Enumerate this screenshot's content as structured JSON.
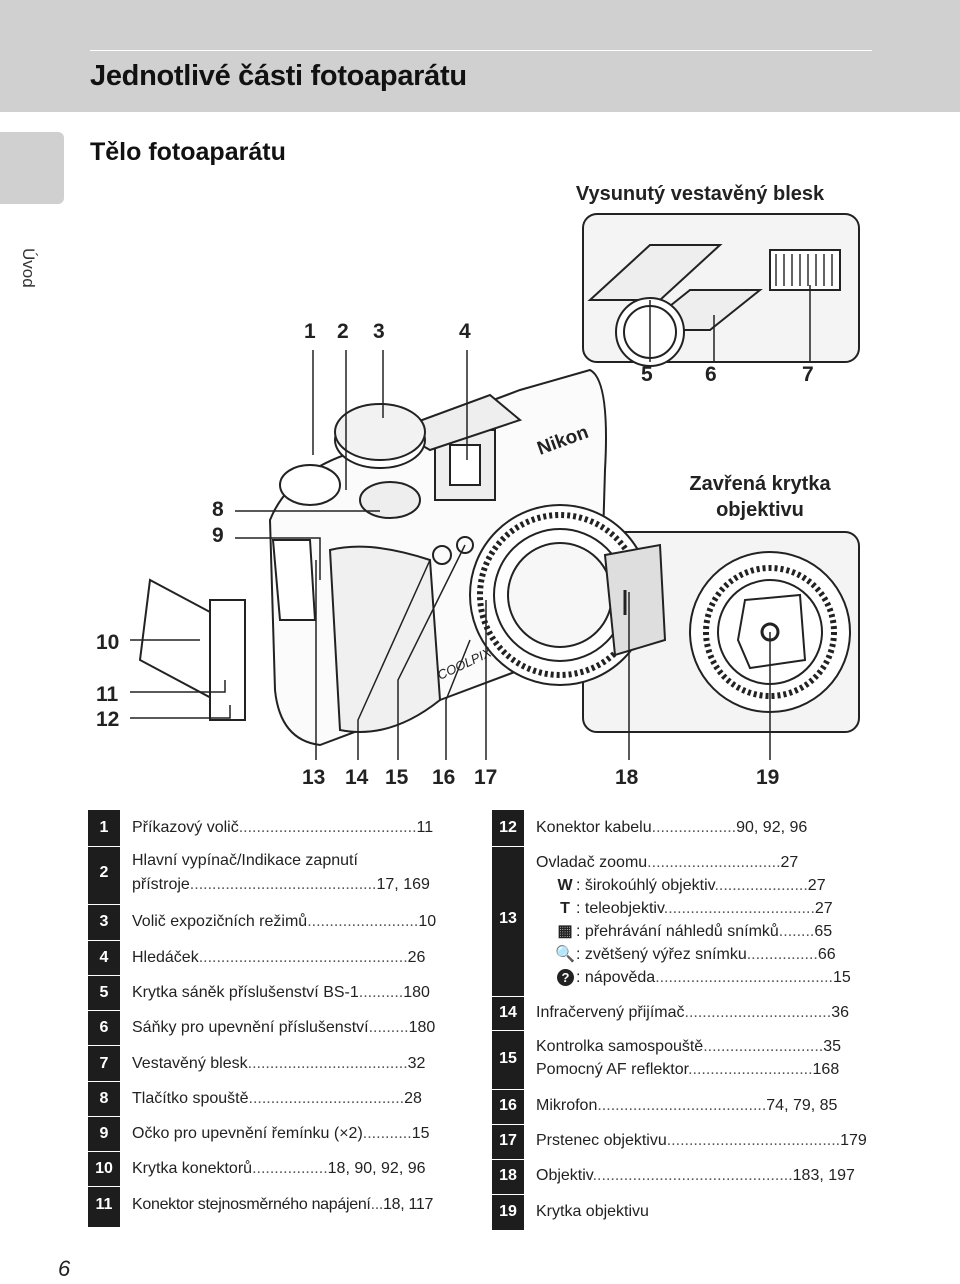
{
  "header": {
    "title": "Jednotlivé části fotoaparátu"
  },
  "side_tab": {
    "label": "Úvod"
  },
  "section": {
    "title": "Tělo fotoaparátu"
  },
  "captions": {
    "flash_popup": "Vysunutý vestavěný blesk",
    "lens_cover_closed_1": "Zavřená krytka",
    "lens_cover_closed_2": "objektivu"
  },
  "callouts": [
    "1",
    "2",
    "3",
    "4",
    "5",
    "6",
    "7",
    "8",
    "9",
    "10",
    "11",
    "12",
    "13",
    "14",
    "15",
    "16",
    "17",
    "18",
    "19"
  ],
  "camera_text": {
    "brand": "Nikon",
    "model": "COOLPIX"
  },
  "left_table": [
    {
      "num": "1",
      "label": "Příkazový volič",
      "dots": "........................................",
      "pages": "11"
    },
    {
      "num": "2",
      "label": "Hlavní vypínač/Indikace zapnutí",
      "label2": "přístroje",
      "dots": "..........................................",
      "pages": "17, 169"
    },
    {
      "num": "3",
      "label": "Volič expozičních režimů",
      "dots": ".........................",
      "pages": "10"
    },
    {
      "num": "4",
      "label": "Hledáček",
      "dots": "...............................................",
      "pages": "26"
    },
    {
      "num": "5",
      "label": "Krytka sáněk příslušenství BS-1",
      "dots": "..........",
      "pages": "180"
    },
    {
      "num": "6",
      "label": "Sáňky pro upevnění příslušenství",
      "dots": ".........",
      "pages": "180"
    },
    {
      "num": "7",
      "label": "Vestavěný blesk",
      "dots": "....................................",
      "pages": "32"
    },
    {
      "num": "8",
      "label": "Tlačítko spouště",
      "dots": "...................................",
      "pages": "28"
    },
    {
      "num": "9",
      "label": "Očko pro upevnění řemínku (×2)",
      "dots": "...........",
      "pages": "15"
    },
    {
      "num": "10",
      "label": "Krytka konektorů",
      "dots": ".................",
      "pages": "18, 90, 92, 96"
    },
    {
      "num": "11",
      "label": "Konektor stejnosměrného napájení",
      "dots": "...",
      "pages": "18, 117"
    }
  ],
  "right_table": [
    {
      "num": "12",
      "label": "Konektor kabelu",
      "dots": "...................",
      "pages": "90, 92, 96"
    },
    {
      "num": "13",
      "label": "Ovladač zoomu",
      "dots": "..............................",
      "pages": "27",
      "subs": [
        {
          "icon": "W",
          "label": ": širokoúhlý objektiv",
          "dots": ".....................",
          "pages": "27"
        },
        {
          "icon": "T",
          "label": ": teleobjektiv",
          "dots": "..................................",
          "pages": "27"
        },
        {
          "icon": "▦",
          "label": ": přehrávání náhledů snímků",
          "dots": "........",
          "pages": "65"
        },
        {
          "icon": "🔍",
          "label": ": zvětšený výřez snímku",
          "dots": "................",
          "pages": "66"
        },
        {
          "icon": "?",
          "label": ": nápověda",
          "dots": "........................................",
          "pages": "15"
        }
      ]
    },
    {
      "num": "14",
      "label": "Infračervený přijímač",
      "dots": ".................................",
      "pages": "36"
    },
    {
      "num": "15",
      "label": "Kontrolka samospouště",
      "dots": "...........................",
      "pages": "35",
      "label2": "Pomocný AF reflektor",
      "dots2": "............................",
      "pages2": "168"
    },
    {
      "num": "16",
      "label": "Mikrofon",
      "dots": "......................................",
      "pages": "74, 79, 85"
    },
    {
      "num": "17",
      "label": "Prstenec objektivu",
      "dots": ".......................................",
      "pages": "179"
    },
    {
      "num": "18",
      "label": "Objektiv",
      "dots": ".............................................",
      "pages": "183, 197"
    },
    {
      "num": "19",
      "label": "Krytka objektivu"
    }
  ],
  "page_number": "6"
}
